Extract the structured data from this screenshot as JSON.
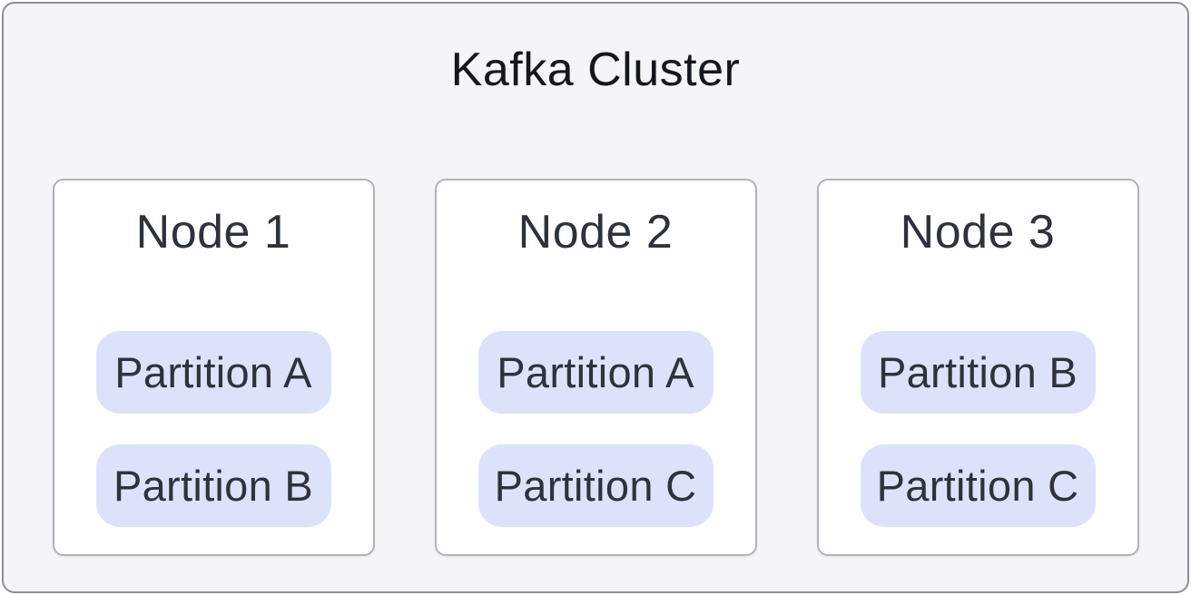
{
  "diagram": {
    "title": "Kafka Cluster",
    "nodes": [
      {
        "label": "Node 1",
        "partitions": [
          "Partition A",
          "Partition B"
        ]
      },
      {
        "label": "Node 2",
        "partitions": [
          "Partition A",
          "Partition C"
        ]
      },
      {
        "label": "Node 3",
        "partitions": [
          "Partition B",
          "Partition C"
        ]
      }
    ],
    "colors": {
      "cluster_bg": "#f5f5f7",
      "cluster_border": "#8e8e99",
      "node_bg": "#ffffff",
      "node_border": "#b2b2bb",
      "partition_bg": "#dde2fb",
      "partition_text": "#2e323b",
      "title_text": "#15171c"
    }
  }
}
